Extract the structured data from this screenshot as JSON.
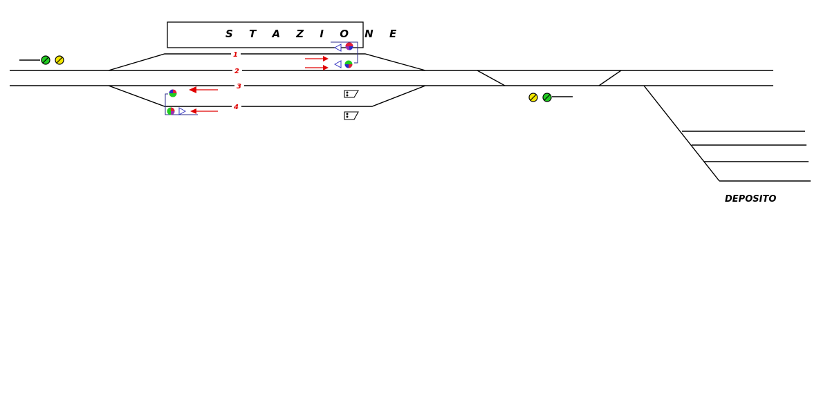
{
  "station": {
    "name": "S T A Z I O N E"
  },
  "depot": {
    "label": "DEPOSITO"
  },
  "tracks": [
    {
      "number": "1"
    },
    {
      "number": "2"
    },
    {
      "number": "3"
    },
    {
      "number": "4"
    }
  ],
  "colors": {
    "track": "#000000",
    "number": "#e00000",
    "arrow": "#e00000",
    "frame": "#2a2a8a",
    "signal_green": "#22cc22",
    "signal_yellow": "#f2e600",
    "signal_red": "#e0203a",
    "signal_blue": "#2a2acc",
    "signal_purple": "#9a2fb0",
    "shunt_icon": "#3030c0"
  },
  "icons": [
    "home-signal",
    "distant-signal",
    "departure-signal",
    "shunting-signal",
    "direction-arrow",
    "buffer-stop"
  ]
}
